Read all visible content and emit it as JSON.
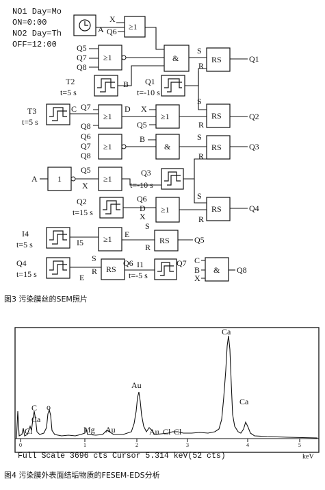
{
  "schedule": [
    "NO1 Day=Mo",
    "ON=0:00",
    "NO2 Day=Th",
    "OFF=12:00"
  ],
  "gate_labels": {
    "or": "≥1",
    "and": "&",
    "rs": "RS",
    "not": "1"
  },
  "inputs": {
    "x": "X",
    "q6": "Q6",
    "a": "A",
    "q5": "Q5",
    "q7": "Q7",
    "q8": "Q8",
    "s": "S",
    "r": "R",
    "b": "B",
    "c": "C",
    "d": "D",
    "e": "E",
    "q1": "Q1",
    "q2": "Q2",
    "q3": "Q3",
    "q4": "Q4",
    "t2": "T2",
    "t2_time": "t=5 s",
    "q1_time": "t=-10 s",
    "t3": "T3",
    "t3_time": "t=5 s",
    "q3_time": "t=-10 s",
    "q2_time": "t=15 s",
    "i4": "I4",
    "i4_time": "t=5 s",
    "i5": "I5",
    "q4_time": "t=15 s",
    "i1": "I1",
    "i1_time": "t=-5 s"
  },
  "outputs": [
    "Q1",
    "Q2",
    "Q3",
    "Q4",
    "Q5",
    "Q6",
    "Q7",
    "Q8"
  ],
  "fig3_caption": "图3  污染膜丝的SEM照片",
  "spectrum": {
    "peaks": [
      "Cl",
      "C",
      "Ca",
      "o",
      "Mg",
      "Au",
      "Au",
      "Au",
      "Cl",
      "Cl",
      "Ca",
      "Ca"
    ],
    "axis_ticks": [
      "0",
      "1",
      "2",
      "3",
      "4",
      "5",
      "keV"
    ],
    "status": "Full Scale 3696 cts Cursor 5.314 keV(52 cts)"
  },
  "fig4_caption": "图4  污染膜外表面结垢物质的FESEM-EDS分析"
}
